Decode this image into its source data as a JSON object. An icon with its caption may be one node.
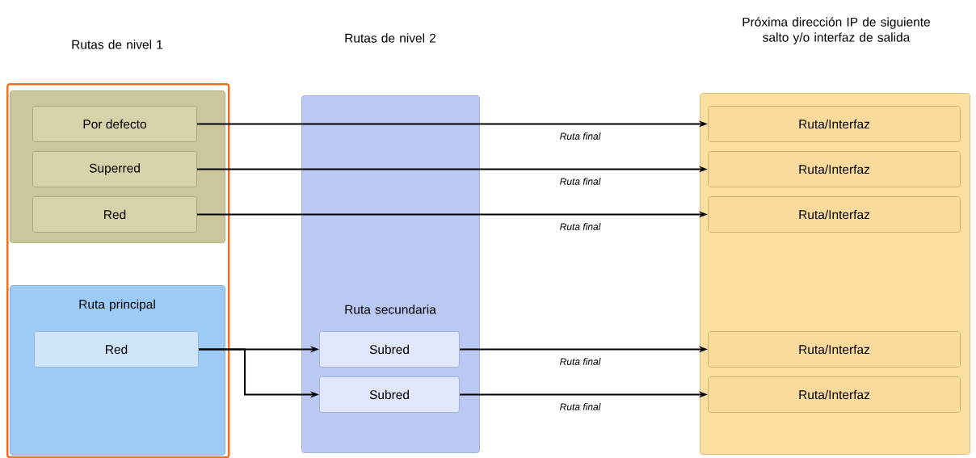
{
  "diagram": {
    "nodes": [
      {
        "text": [
          "Rutas de nivel 1"
        ]
      },
      {
        "text": [],
        "shape": "box",
        "in": 0
      },
      {
        "text": [
          "Por defecto"
        ],
        "in": 1
      },
      {
        "text": [
          "Superred"
        ],
        "in": 1
      },
      {
        "text": [
          "Red"
        ],
        "in": 1
      },
      {
        "text": [
          "Ruta principal"
        ],
        "in": 0
      },
      {
        "text": [
          "Red"
        ],
        "in": 5
      },
      {
        "text": [
          "Rutas de nivel 2",
          "Ruta secundaria"
        ]
      },
      {
        "text": [
          "Subred"
        ],
        "in": 7
      },
      {
        "text": [
          "Subred"
        ],
        "in": 7
      },
      {
        "text": [
          "Próxima dirección IP de siguiente salto y/o interfaz de salida"
        ]
      },
      {
        "text": [
          "Ruta/Interfaz"
        ],
        "in": 10
      },
      {
        "text": [
          "Ruta/Interfaz"
        ],
        "in": 10
      },
      {
        "text": [
          "Ruta/Interfaz"
        ],
        "in": 10
      },
      {
        "text": [
          "Ruta/Interfaz"
        ],
        "in": 10
      },
      {
        "text": [
          "Ruta/Interfaz"
        ],
        "in": 10
      }
    ],
    "edges": [
      {
        "from": 2,
        "to": 11,
        "arrow": "to",
        "label": "Ruta final"
      },
      {
        "from": 3,
        "to": 12,
        "arrow": "to",
        "label": "Ruta final"
      },
      {
        "from": 4,
        "to": 13,
        "arrow": "to",
        "label": "Ruta final"
      },
      {
        "from": 6,
        "to": 8,
        "arrow": "to"
      },
      {
        "from": 6,
        "to": 9,
        "arrow": "to"
      },
      {
        "from": 8,
        "to": 14,
        "arrow": "to",
        "label": "Ruta final"
      },
      {
        "from": 9,
        "to": 15,
        "arrow": "to",
        "label": "Ruta final"
      }
    ]
  }
}
